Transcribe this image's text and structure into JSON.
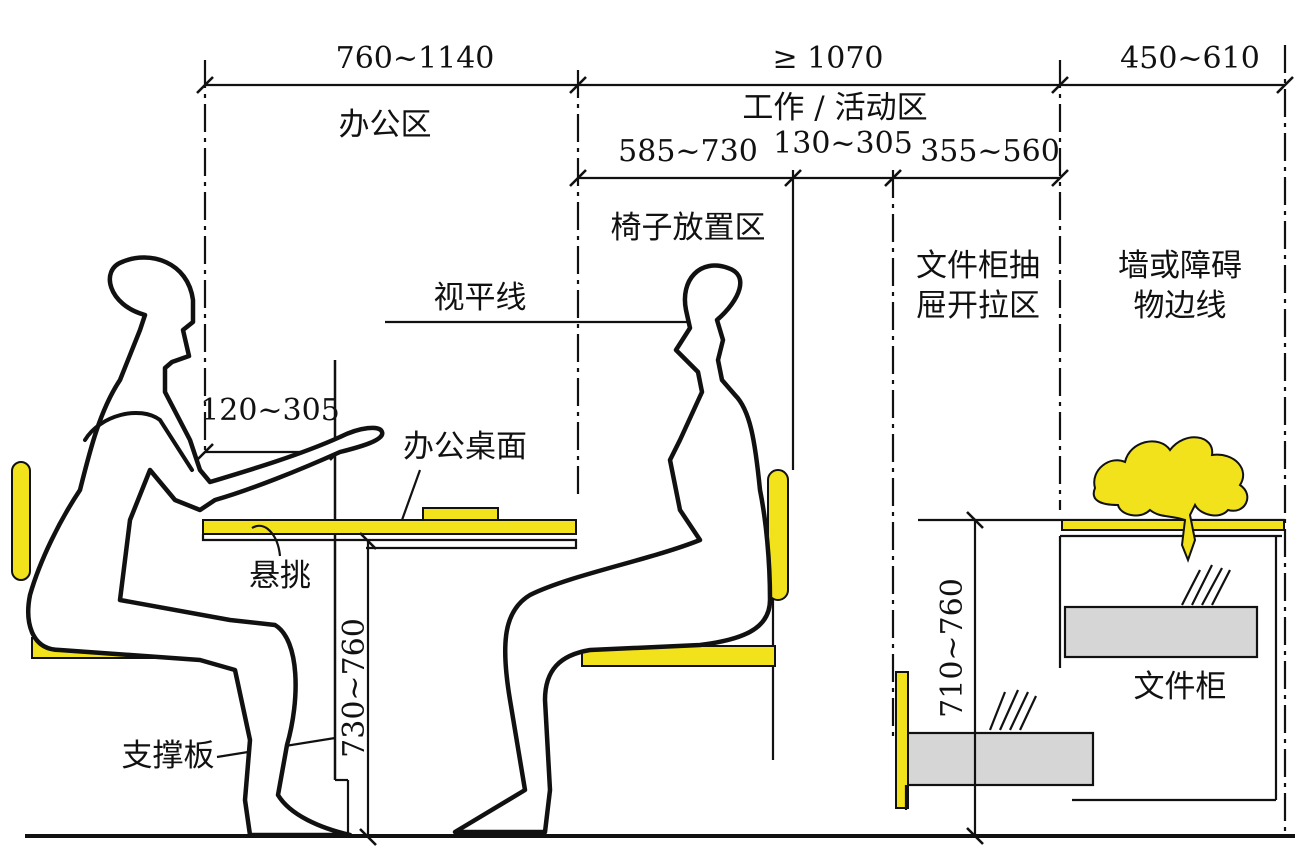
{
  "colors": {
    "accent": "#f2e21b",
    "cabinet": "#d6d6d6",
    "line": "#111111"
  },
  "dimensions": {
    "office_zone_width": "760~1140",
    "work_zone_width": "≥ 1070",
    "wall_zone_width": "450~610",
    "chair_zone_width": "585~730",
    "gap_width": "130~305",
    "drawer_zone_width": "355~560",
    "overhang_width": "120~305",
    "desk_height": "730~760",
    "cabinet_height": "710~760"
  },
  "zones": {
    "office": "办公区",
    "work_activity": "工作 / 活动区",
    "chair": "椅子放置区",
    "drawer_line1": "文件柜抽",
    "drawer_line2": "屉开拉区",
    "wall_line1": "墙或障碍",
    "wall_line2": "物边线"
  },
  "labels": {
    "sight_line": "视平线",
    "desk_surface": "办公桌面",
    "overhang": "悬挑",
    "support_panel": "支撑板",
    "file_cabinet": "文件柜"
  }
}
